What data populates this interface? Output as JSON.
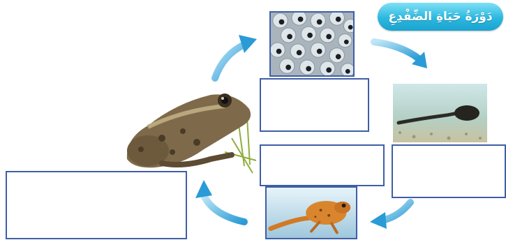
{
  "title": "دَوْرَةُ حَيَاةِ الضِّفْدِعِ",
  "stages": [
    {
      "id": "eggs",
      "icon": "frog-eggs-photo"
    },
    {
      "id": "tadpole",
      "icon": "tadpole-photo"
    },
    {
      "id": "froglet",
      "icon": "froglet-photo"
    },
    {
      "id": "adult-frog",
      "icon": "adult-frog-photo"
    }
  ],
  "colors": {
    "arrow": "#3aa6db",
    "box_border": "#3f5ea7",
    "title_bg": "#2bb8e0",
    "title_text": "#ffffff"
  }
}
